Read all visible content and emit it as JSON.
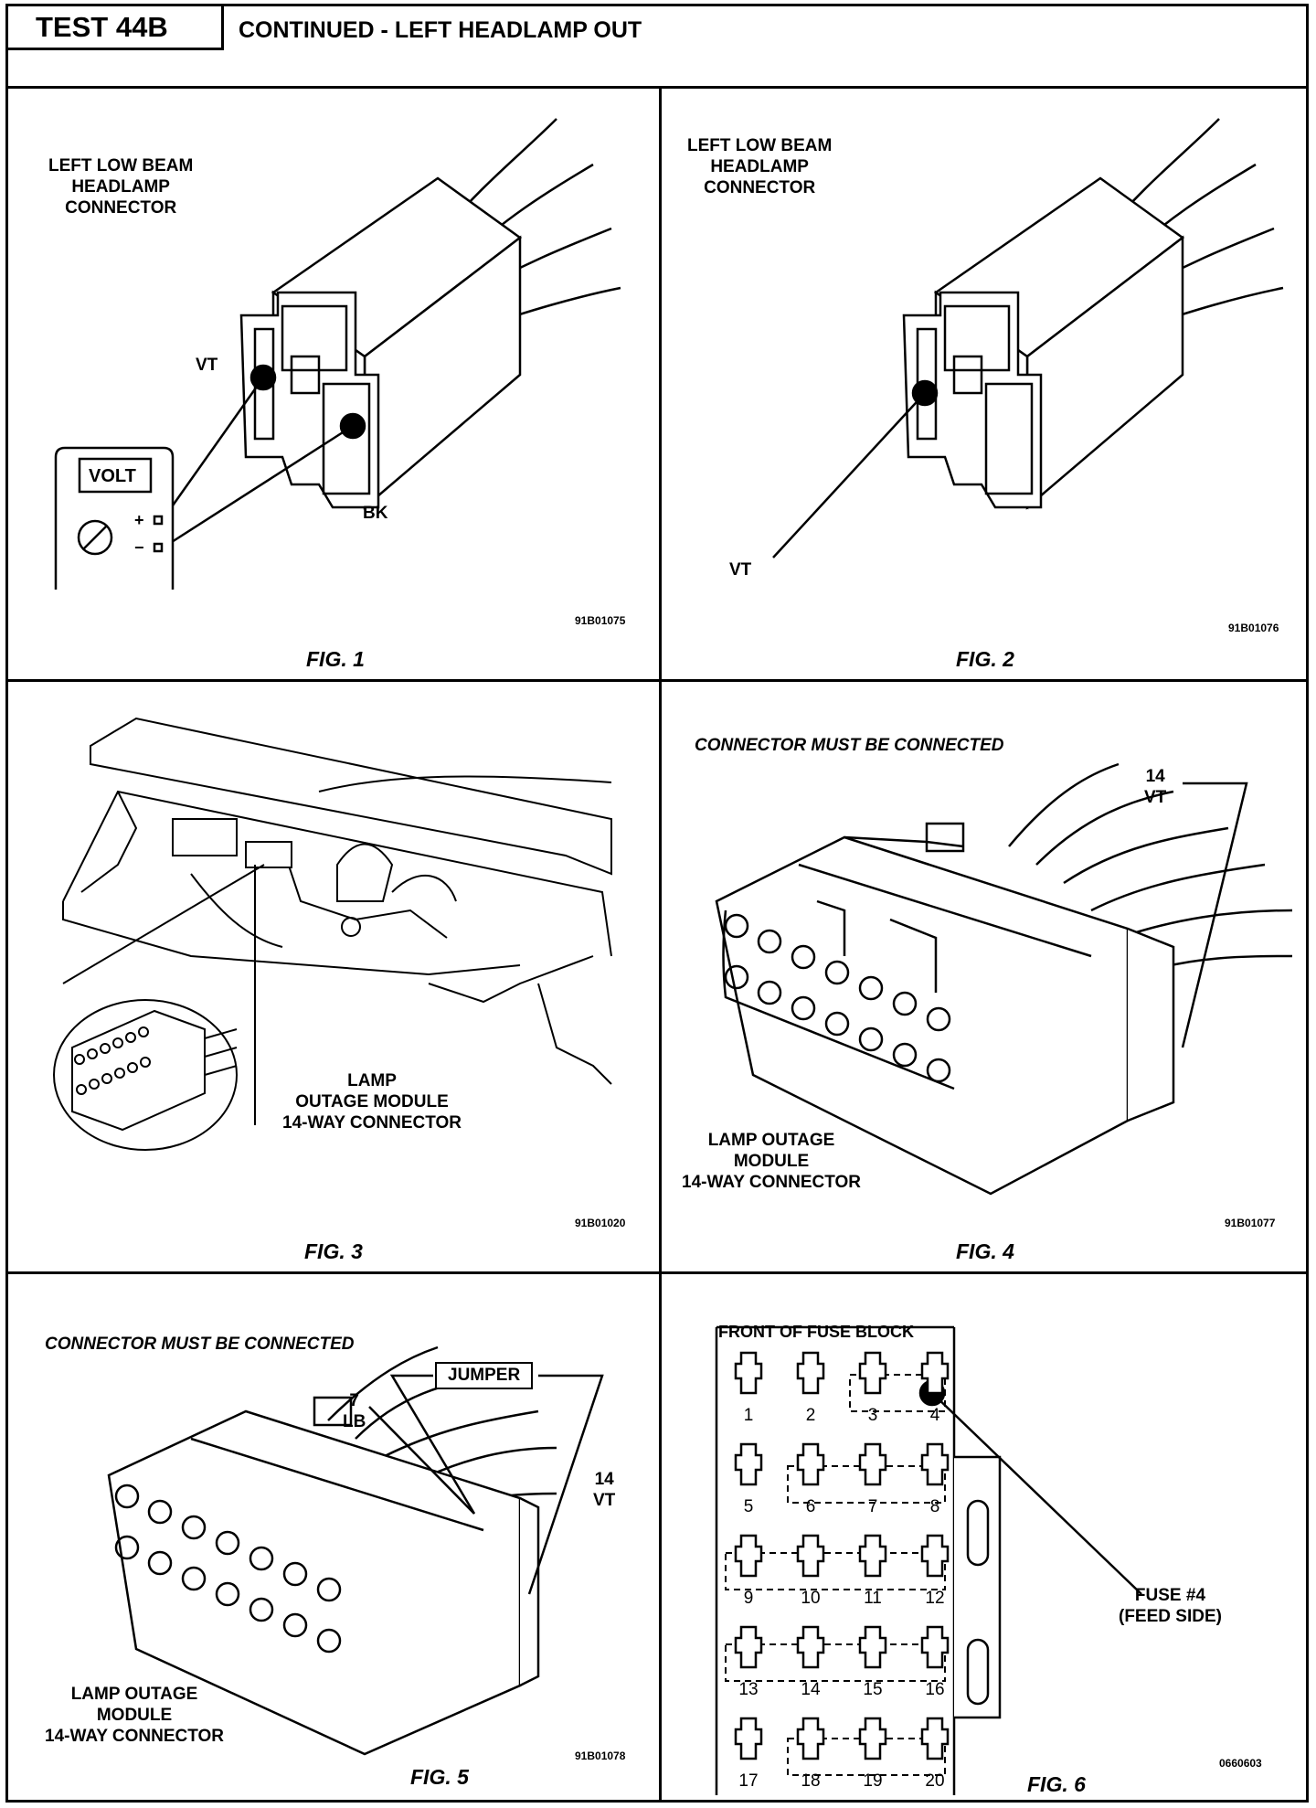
{
  "header": {
    "test_id": "TEST 44B",
    "title": "CONTINUED - LEFT HEADLAMP OUT"
  },
  "fig1": {
    "connector_label": "LEFT LOW BEAM\nHEADLAMP\nCONNECTOR",
    "vt": "VT",
    "bk": "BK",
    "meter": "VOLT",
    "plus": "+",
    "minus": "−",
    "code": "91B01075",
    "caption": "FIG. 1"
  },
  "fig2": {
    "connector_label": "LEFT LOW BEAM\nHEADLAMP\nCONNECTOR",
    "vt": "VT",
    "code": "91B01076",
    "caption": "FIG. 2"
  },
  "fig3": {
    "connector_label": "LAMP\nOUTAGE MODULE\n14-WAY CONNECTOR",
    "code": "91B01020",
    "caption": "FIG. 3"
  },
  "fig4": {
    "note": "CONNECTOR MUST BE CONNECTED",
    "pin": "14\nVT",
    "connector_label": "LAMP OUTAGE\nMODULE\n14-WAY CONNECTOR",
    "code": "91B01077",
    "caption": "FIG. 4"
  },
  "fig5": {
    "note": "CONNECTOR MUST BE CONNECTED",
    "jumper": "JUMPER",
    "pin7": "7\nLB",
    "pin14": "14\nVT",
    "connector_label": "LAMP OUTAGE\nMODULE\n14-WAY CONNECTOR",
    "code": "91B01078",
    "caption": "FIG. 5"
  },
  "fig6": {
    "block_title": "FRONT OF FUSE BLOCK",
    "fuse_numbers": [
      "1",
      "2",
      "3",
      "4",
      "5",
      "6",
      "7",
      "8",
      "9",
      "10",
      "11",
      "12",
      "13",
      "14",
      "15",
      "16",
      "17",
      "18",
      "19",
      "20"
    ],
    "fuse_label": "FUSE #4\n(FEED SIDE)",
    "code": "0660603",
    "caption": "FIG. 6"
  }
}
